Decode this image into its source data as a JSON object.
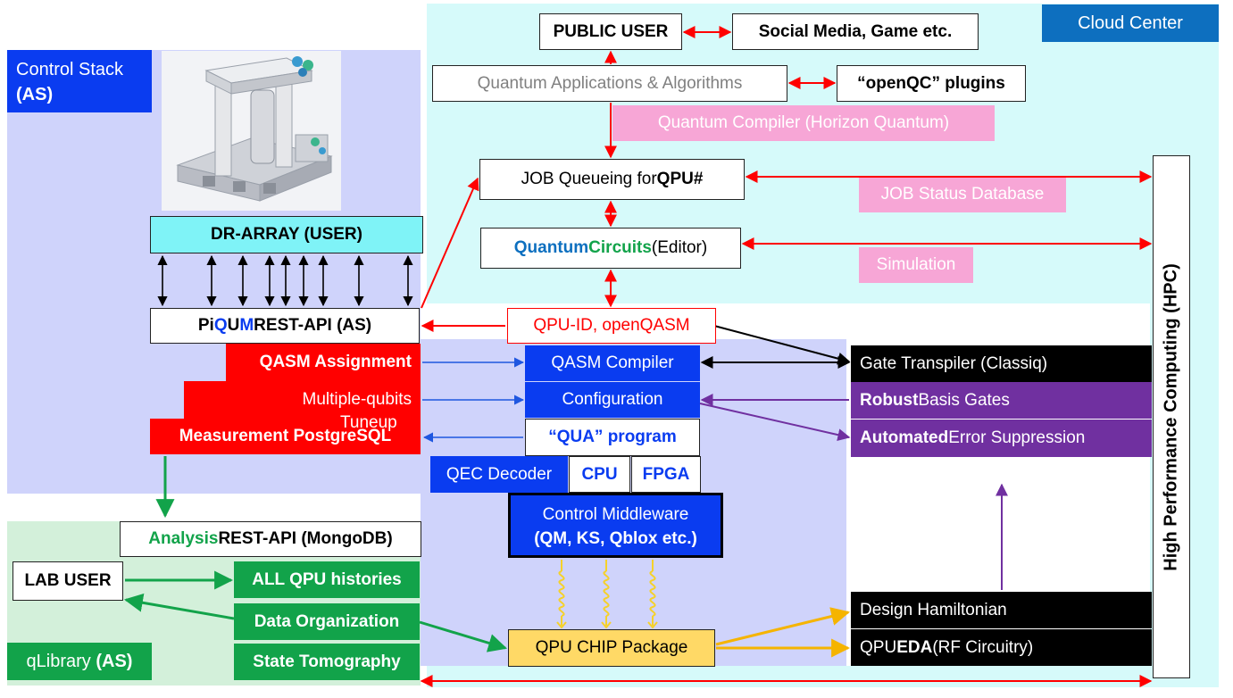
{
  "regions": {
    "cloud": "Cloud Center",
    "control_stack": "Control Stack",
    "control_stack_tag": "(AS)",
    "qlibrary": "qLibrary",
    "qlibrary_tag": "(AS)",
    "hpc": "High Performance Computing (HPC)"
  },
  "cloud_boxes": {
    "public_user": "PUBLIC USER",
    "social_media": "Social Media, Game etc.",
    "quantum_apps": "Quantum Applications & Algorithms",
    "openqc": "“openQC” plugins",
    "compiler": "Quantum Compiler (Horizon Quantum)",
    "job_queue_pre": "JOB Queueing for ",
    "job_queue_bold": "QPU#",
    "job_status": "JOB Status Database",
    "circuits_a": "Quantum ",
    "circuits_b": "Circuits",
    "circuits_c": " (Editor)",
    "simulation": "Simulation",
    "qpu_id": "QPU-ID, openQASM"
  },
  "control_boxes": {
    "dr_array": "DR-ARRAY (USER)",
    "piqum_a": "Pi",
    "piqum_b": "Q",
    "piqum_c": "U",
    "piqum_d": "M",
    "piqum_e": " REST-API (AS)",
    "qasm_assignment": "QASM Assignment",
    "multiple_qubits": "Multiple-qubits",
    "tuneup": "Tuneup",
    "measurement": "Measurement PostgreSQL"
  },
  "middle_boxes": {
    "qasm_compiler": "QASM Compiler",
    "configuration": "Configuration",
    "qua_program": "“QUA” program",
    "qec_decoder": "QEC Decoder",
    "cpu": "CPU",
    "fpga": "FPGA",
    "middleware_1": "Control Middleware",
    "middleware_2": "(QM, KS, Qblox etc.)",
    "qpu_chip": "QPU CHIP Package"
  },
  "right_boxes": {
    "gate_transpiler": "Gate Transpiler (Classiq)",
    "robust_bold": "Robust",
    "robust_rest": " Basis Gates",
    "automated_bold": "Automated",
    "automated_rest": " Error Suppression",
    "design_hamiltonian": "Design Hamiltonian",
    "qpu_eda_a": "QPU ",
    "qpu_eda_b": "EDA",
    "qpu_eda_c": " (RF Circuitry)"
  },
  "library_boxes": {
    "analysis_a": "Analysis",
    "analysis_b": " REST-API (MongoDB)",
    "lab_user": "LAB USER",
    "histories": "ALL QPU histories",
    "data_org": "Data Organization",
    "tomography": "State Tomography"
  },
  "colors": {
    "cloud_bg": "#d6fafa",
    "control_bg": "#cfd3fb",
    "library_bg": "#d3f0da",
    "red": "#ff0000",
    "blue": "#0a3cf0",
    "green": "#12a34a",
    "purple": "#7030a0",
    "pink": "#f7a6d6",
    "gold": "#f5b400"
  }
}
